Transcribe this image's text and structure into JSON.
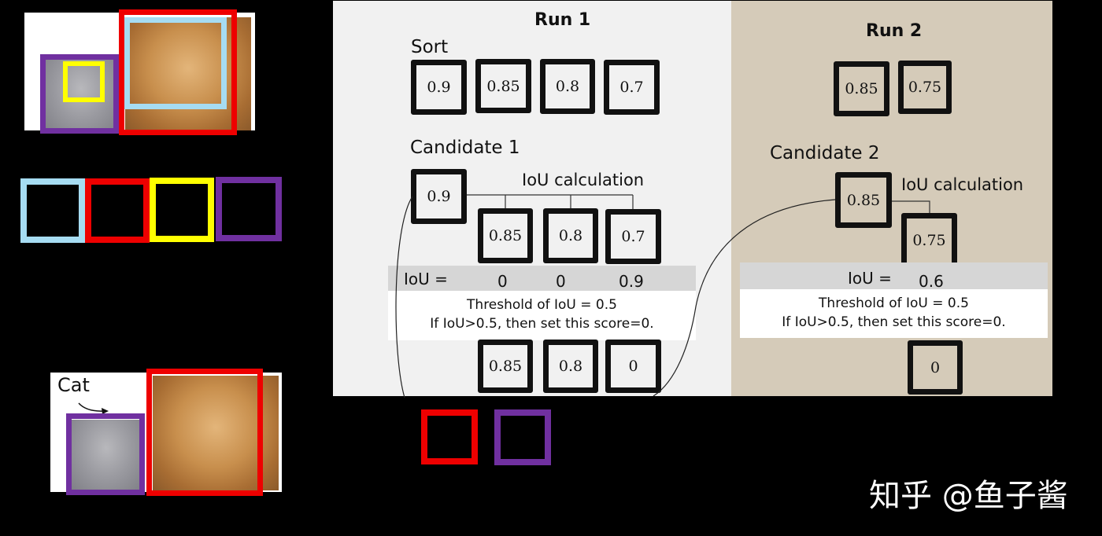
{
  "run1": {
    "title": "Run 1",
    "sort_label": "Sort",
    "sorted_scores": [
      "0.9",
      "0.85",
      "0.8",
      "0.7"
    ],
    "candidate_label": "Candidate 1",
    "candidate_score": "0.9",
    "iou_calc_label": "IoU calculation",
    "compare_scores": [
      "0.85",
      "0.8",
      "0.7"
    ],
    "iou_label": "IoU =",
    "iou_values": [
      "0",
      "0",
      "0.9"
    ],
    "threshold_line1": "Threshold of IoU = 0.5",
    "threshold_line2": "If IoU>0.5, then set this score=0.",
    "result_scores": [
      "0.85",
      "0.8",
      "0"
    ]
  },
  "run2": {
    "title": "Run 2",
    "sorted_scores": [
      "0.85",
      "0.75"
    ],
    "candidate_label": "Candidate 2",
    "candidate_score": "0.85",
    "iou_calc_label": "IoU calculation",
    "compare_scores": [
      "0.75"
    ],
    "iou_label": "IoU =",
    "iou_values": [
      "0.6"
    ],
    "threshold_line1": "Threshold of IoU = 0.5",
    "threshold_line2": "If IoU>0.5, then set this score=0.",
    "result_scores": [
      "0"
    ]
  },
  "output_image": {
    "cat_label": "Cat"
  },
  "watermark": "知乎 @鱼子酱",
  "colors": {
    "red": "#ee0000",
    "purple": "#7030a0",
    "yellow": "#ffff00",
    "light_blue": "#a6dcf2",
    "panel1_bg": "#f1f1f1",
    "panel2_bg": "#d5cbb9",
    "iou_bar": "#d6d6d6"
  }
}
